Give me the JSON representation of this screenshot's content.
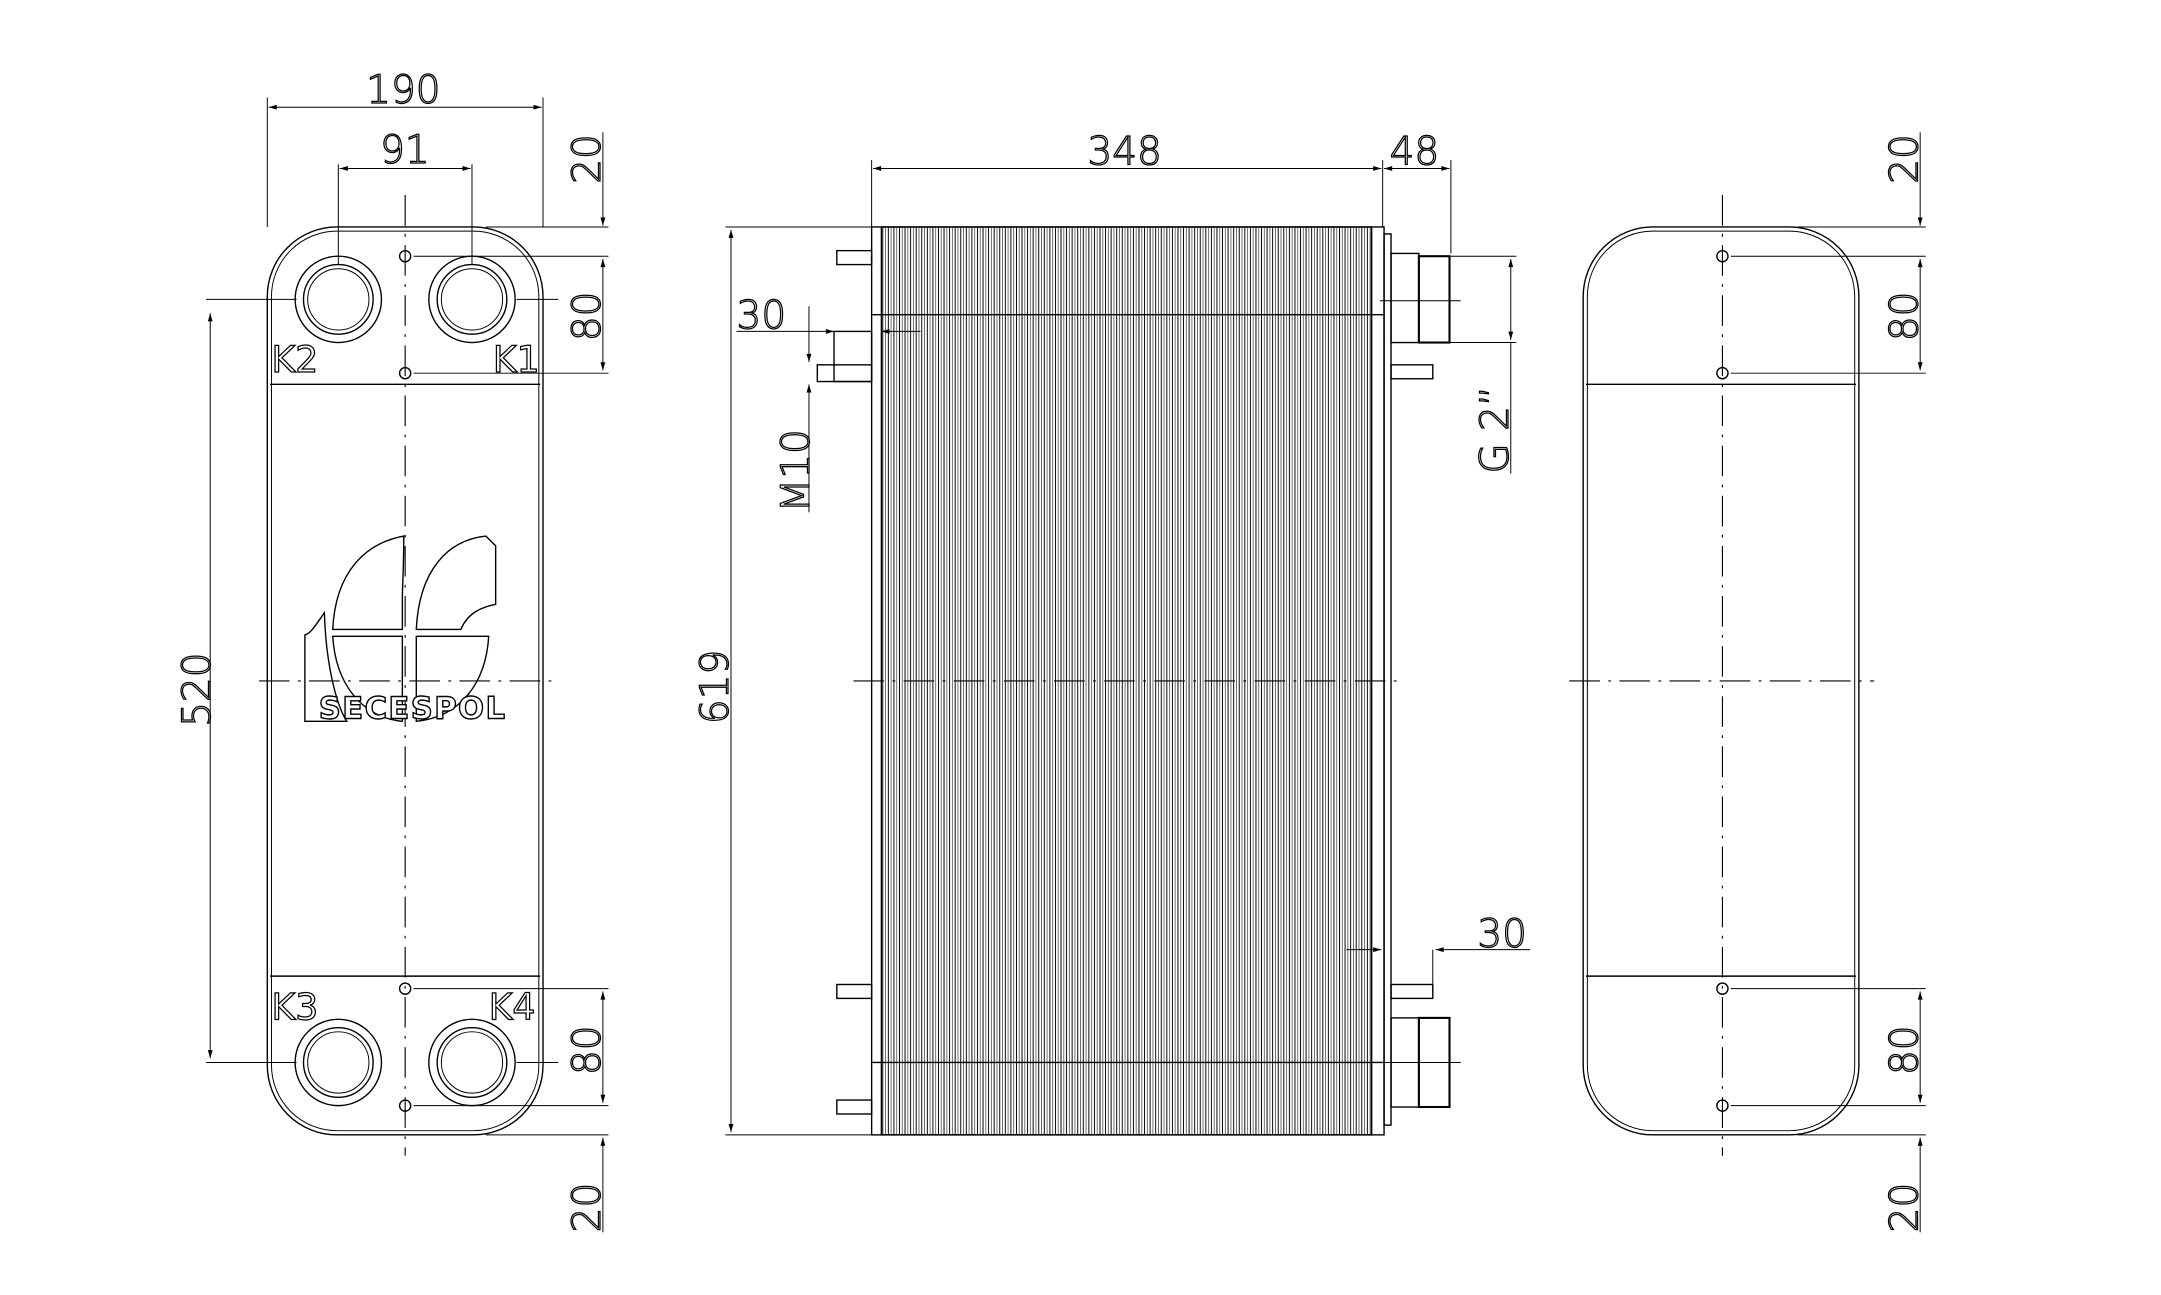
{
  "drawing": {
    "front_view": {
      "width_label": "190",
      "port_spacing_label": "91",
      "vertical_spacing_label": "520",
      "top_margin_label": "20",
      "top_bolt_spacing_label": "80",
      "bottom_bolt_spacing_label": "80",
      "bottom_margin_label": "20",
      "ports": [
        "K1",
        "K2",
        "K3",
        "K4"
      ],
      "logo_text": "SECESPOL"
    },
    "side_view": {
      "depth_label": "348",
      "connection_length_label": "48",
      "height_label": "619",
      "stud_offset_top_label": "30",
      "stud_offset_bottom_label": "30",
      "stud_thread_label": "M10",
      "connection_thread_label": "G 2”"
    },
    "back_view": {
      "top_margin_label": "20",
      "top_bolt_spacing_label": "80",
      "bottom_bolt_spacing_label": "80",
      "bottom_margin_label": "20"
    }
  }
}
